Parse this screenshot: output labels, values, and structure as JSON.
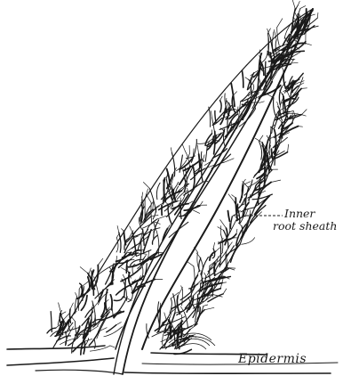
{
  "figure": {
    "labels": {
      "inner_root_sheath_line1": "Inner",
      "inner_root_sheath_line2": "root sheath",
      "epidermis": "Epidermis"
    },
    "colors": {
      "ink": "#1a1a1a",
      "background": "#ffffff"
    }
  }
}
